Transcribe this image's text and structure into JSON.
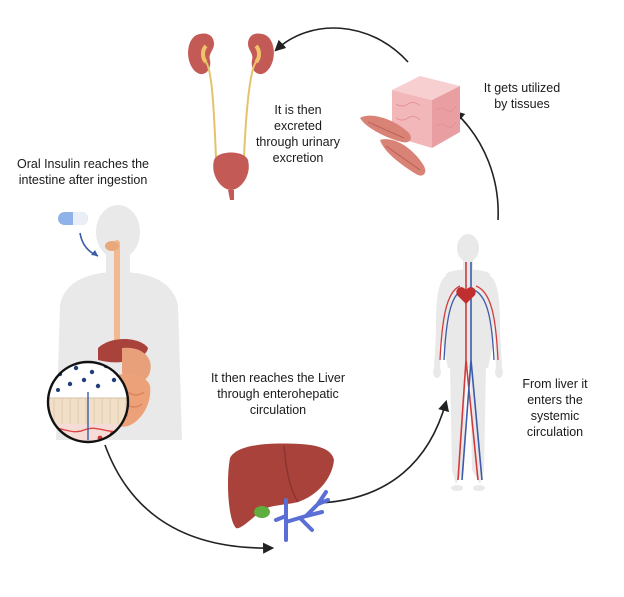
{
  "steps": {
    "oral": "Oral Insulin reaches the\nintestine after ingestion",
    "liver": "It then reaches the Liver\nthrough enterohepatic\ncirculation",
    "systemic": "From liver it\nenters the\nsystemic\ncirculation",
    "tissues": "It gets utilized\nby tissues",
    "excretion": "It is then\nexcreted\nthrough urinary\nexcretion"
  },
  "colors": {
    "arrow": "#222222",
    "liver": "#a8423a",
    "vein": "#5a6fd6",
    "artery": "#d23b3b",
    "kidney": "#c45a55",
    "body": "#e9e9ea",
    "tissue": "#f2b7b9",
    "muscle": "#d98276"
  },
  "icons": [
    "capsule-icon",
    "human-digestive-icon",
    "intestine-magnifier-icon",
    "liver-icon",
    "circulatory-system-icon",
    "tissue-cube-icon",
    "muscle-icon",
    "kidney-bladder-icon"
  ]
}
